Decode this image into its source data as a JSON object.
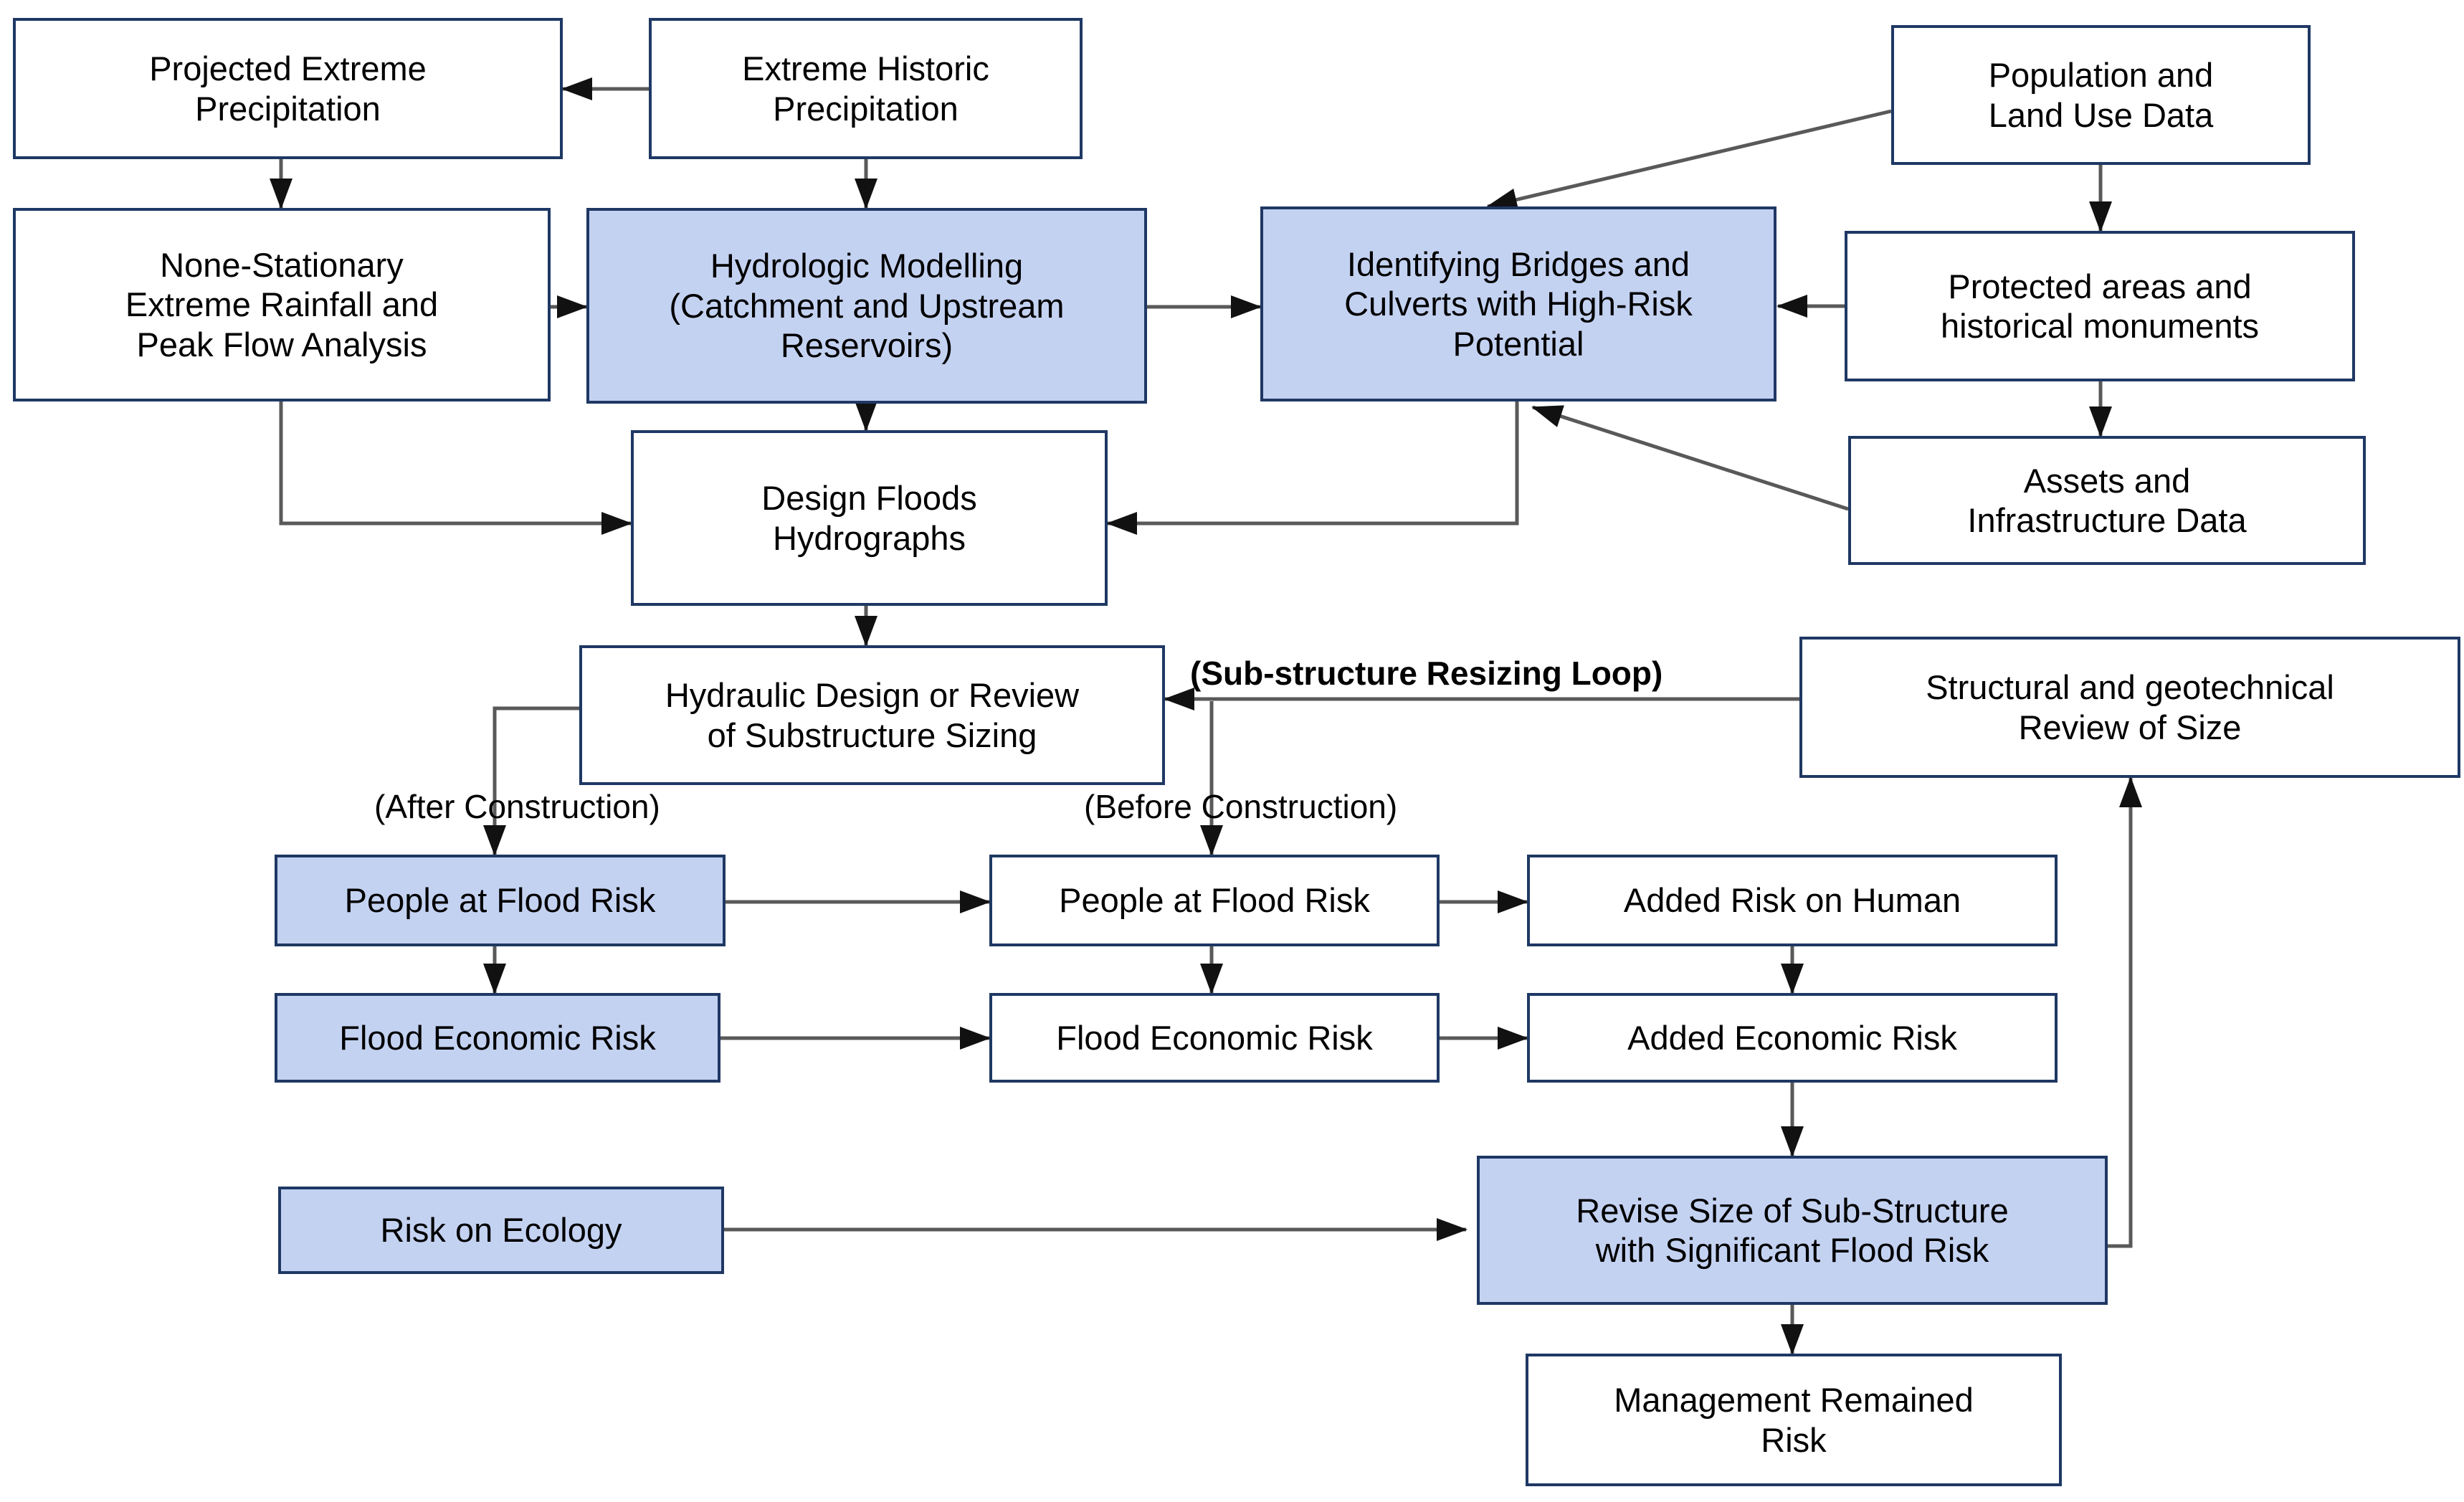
{
  "diagram": {
    "title": "Flood risk assessment and sub-structure resizing workflow",
    "type": "flowchart",
    "colors": {
      "node_border": "#1F3864",
      "node_fill_default": "#FFFFFF",
      "node_fill_highlight": "#C4D2F2",
      "edge_stroke": "#595959",
      "text": "#000000",
      "background": "#FFFFFF"
    },
    "nodes": [
      {
        "id": "projected_extreme_precipitation",
        "label": "Projected Extreme\nPrecipitation",
        "highlight": false
      },
      {
        "id": "extreme_historic_precipitation",
        "label": "Extreme Historic\nPrecipitation",
        "highlight": false
      },
      {
        "id": "population_land_use_data",
        "label": "Population and\nLand Use Data",
        "highlight": false
      },
      {
        "id": "none_stationary_analysis",
        "label": "None-Stationary\nExtreme Rainfall and\nPeak Flow Analysis",
        "highlight": false
      },
      {
        "id": "hydrologic_modelling",
        "label": "Hydrologic Modelling\n(Catchment and Upstream\nReservoirs)",
        "highlight": true
      },
      {
        "id": "identifying_bridges_culverts",
        "label": "Identifying Bridges and\nCulverts with High-Risk\nPotential",
        "highlight": true
      },
      {
        "id": "protected_areas_monuments",
        "label": "Protected areas and\nhistorical monuments",
        "highlight": false
      },
      {
        "id": "assets_infrastructure_data",
        "label": "Assets and\nInfrastructure Data",
        "highlight": false
      },
      {
        "id": "design_floods_hydrographs",
        "label": "Design Floods\nHydrographs",
        "highlight": false
      },
      {
        "id": "hydraulic_design_review",
        "label": "Hydraulic Design or Review\nof Substructure Sizing",
        "highlight": false
      },
      {
        "id": "structural_geotechnical_review",
        "label": "Structural and geotechnical\nReview of Size",
        "highlight": false
      },
      {
        "id": "people_at_flood_risk_after",
        "label": "People at Flood Risk",
        "highlight": true
      },
      {
        "id": "people_at_flood_risk_before",
        "label": "People at Flood Risk",
        "highlight": false
      },
      {
        "id": "added_risk_on_human",
        "label": "Added Risk on Human",
        "highlight": false
      },
      {
        "id": "flood_economic_risk_after",
        "label": "Flood Economic Risk",
        "highlight": true
      },
      {
        "id": "flood_economic_risk_before",
        "label": "Flood Economic Risk",
        "highlight": false
      },
      {
        "id": "added_economic_risk",
        "label": "Added Economic Risk",
        "highlight": false
      },
      {
        "id": "risk_on_ecology",
        "label": "Risk on Ecology",
        "highlight": true
      },
      {
        "id": "revise_size_substructure",
        "label": "Revise Size of Sub-Structure\nwith Significant Flood Risk",
        "highlight": true
      },
      {
        "id": "management_remained_risk",
        "label": "Management Remained\nRisk",
        "highlight": false
      }
    ],
    "edge_labels": [
      {
        "id": "after_construction",
        "text": "(After Construction)",
        "bold": false
      },
      {
        "id": "before_construction",
        "text": "(Before Construction)",
        "bold": false
      },
      {
        "id": "sub_structure_resizing_loop",
        "text": "(Sub-structure Resizing Loop)",
        "bold": true
      }
    ],
    "edges": [
      {
        "from": "extreme_historic_precipitation",
        "to": "projected_extreme_precipitation"
      },
      {
        "from": "projected_extreme_precipitation",
        "to": "none_stationary_analysis"
      },
      {
        "from": "extreme_historic_precipitation",
        "to": "hydrologic_modelling"
      },
      {
        "from": "none_stationary_analysis",
        "to": "hydrologic_modelling"
      },
      {
        "from": "none_stationary_analysis",
        "to": "design_floods_hydrographs"
      },
      {
        "from": "hydrologic_modelling",
        "to": "identifying_bridges_culverts"
      },
      {
        "from": "hydrologic_modelling",
        "to": "design_floods_hydrographs"
      },
      {
        "from": "population_land_use_data",
        "to": "identifying_bridges_culverts"
      },
      {
        "from": "population_land_use_data",
        "to": "protected_areas_monuments"
      },
      {
        "from": "protected_areas_monuments",
        "to": "identifying_bridges_culverts"
      },
      {
        "from": "protected_areas_monuments",
        "to": "assets_infrastructure_data"
      },
      {
        "from": "assets_infrastructure_data",
        "to": "identifying_bridges_culverts"
      },
      {
        "from": "identifying_bridges_culverts",
        "to": "design_floods_hydrographs"
      },
      {
        "from": "design_floods_hydrographs",
        "to": "hydraulic_design_review"
      },
      {
        "from": "hydraulic_design_review",
        "to": "people_at_flood_risk_after",
        "label": "after_construction"
      },
      {
        "from": "hydraulic_design_review",
        "to": "people_at_flood_risk_before",
        "label": "before_construction"
      },
      {
        "from": "people_at_flood_risk_after",
        "to": "flood_economic_risk_after"
      },
      {
        "from": "people_at_flood_risk_after",
        "to": "people_at_flood_risk_before"
      },
      {
        "from": "flood_economic_risk_after",
        "to": "flood_economic_risk_before"
      },
      {
        "from": "people_at_flood_risk_before",
        "to": "flood_economic_risk_before"
      },
      {
        "from": "people_at_flood_risk_before",
        "to": "added_risk_on_human"
      },
      {
        "from": "flood_economic_risk_before",
        "to": "added_economic_risk"
      },
      {
        "from": "added_risk_on_human",
        "to": "added_economic_risk"
      },
      {
        "from": "added_economic_risk",
        "to": "revise_size_substructure"
      },
      {
        "from": "risk_on_ecology",
        "to": "revise_size_substructure"
      },
      {
        "from": "revise_size_substructure",
        "to": "management_remained_risk"
      },
      {
        "from": "revise_size_substructure",
        "to": "structural_geotechnical_review"
      },
      {
        "from": "structural_geotechnical_review",
        "to": "hydraulic_design_review",
        "label": "sub_structure_resizing_loop"
      }
    ]
  }
}
